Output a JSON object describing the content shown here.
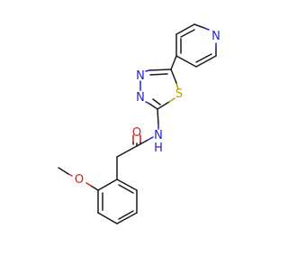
{
  "molecule": {
    "atom_labels": {
      "pyridine_n": "N",
      "thiadiazole_s": "S",
      "thiadiazole_n3": "N",
      "thiadiazole_n4": "N",
      "amide_n": "N",
      "amide_h": "H",
      "carbonyl_o": "O",
      "methoxy_o": "O"
    },
    "colors": {
      "bond": "#1a1a1a",
      "nitrogen": "#2222cc",
      "oxygen": "#cc2222",
      "sulfur": "#b8a000"
    }
  }
}
